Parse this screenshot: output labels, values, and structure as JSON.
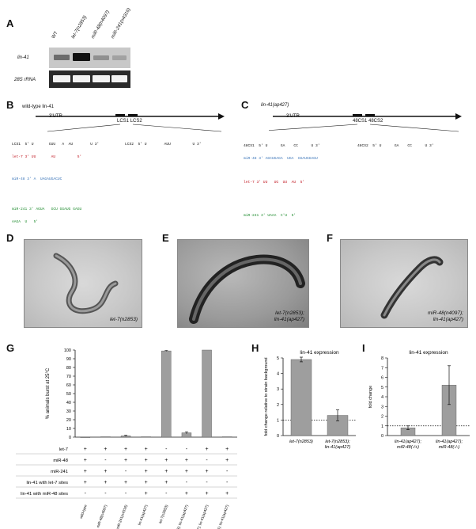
{
  "panels": {
    "A": {
      "label": "A",
      "lanes": [
        "WT",
        "let-7(n2853)",
        "miR-48(n4097)",
        "miR-241(n4316)"
      ],
      "rows": [
        "lin-41",
        "28S rRNA"
      ]
    },
    "B": {
      "label": "B",
      "gene": "wild-type lin-41",
      "utr": "3'UTR",
      "sites": "LCS1 LCS2",
      "lines": [
        "LCS1  5' U       GUU   A  AU        U 3'",
        "LCS2  5' U        AUU          U 3'",
        "let-7 3' UU       AU          5'",
        "miR-48 3' A  UAGAUGACUC",
        "miR-241 3' AGUA   GCU GGAUG GAGU",
        "AAGA  U   5'"
      ]
    },
    "C": {
      "label": "C",
      "gene": "lin-41(ap427)",
      "utr": "3'UTR",
      "sites": "48CS1 48CS2",
      "lines": [
        "48CS1  5' U      GA    CC      U 3'",
        "48CS2  5' U      GA    CC      U 3'",
        "miR-48 3' AGCUGAGA  UGA  GGAUGGAGU",
        "let-7 3' UU   UG  UU  AU  5'",
        "miR-241 3' UAAA  C'U  5'"
      ]
    },
    "D": {
      "label": "D",
      "caption": "let-7(n2853)"
    },
    "E": {
      "label": "E",
      "caption1": "let-7(n2853);",
      "caption2": "lin-41(ap427)"
    },
    "F": {
      "label": "F",
      "caption1": "miR-48(n4097);",
      "caption2": "lin-41(ap427)"
    },
    "G": {
      "label": "G"
    },
    "H": {
      "label": "H"
    },
    "I": {
      "label": "I"
    }
  },
  "chart_data": [
    {
      "type": "bar",
      "panel": "G",
      "ylabel": "% animals burst at 25°C",
      "ylim": [
        0,
        100
      ],
      "yticks": [
        "0",
        "10",
        "20",
        "30",
        "40",
        "50",
        "60",
        "70",
        "80",
        "90",
        "100"
      ],
      "categories": [
        "wild-type",
        "miR-48(n4097)",
        "miR-241(n4316)",
        "lin-41(ap427)",
        "let-7(n2853)",
        "let-7(n2853); lin-41(ap427)",
        "miR-48(n4097); lin-41(ap427)",
        "miR-241(n4316); lin-41(ap427)"
      ],
      "values": [
        0,
        0.5,
        1.5,
        0.5,
        99,
        5,
        100,
        0.5
      ],
      "errors": [
        0,
        0,
        0.8,
        0,
        0.5,
        1.2,
        0,
        0
      ],
      "genotype_rows": [
        {
          "label": "let-7",
          "signs": [
            "+",
            "+",
            "+",
            "+",
            "-",
            "-",
            "+",
            "+"
          ]
        },
        {
          "label": "miR-48",
          "signs": [
            "+",
            "-",
            "+",
            "+",
            "+",
            "+",
            "-",
            "+"
          ]
        },
        {
          "label": "miR-241",
          "signs": [
            "+",
            "+",
            "-",
            "+",
            "+",
            "+",
            "+",
            "-"
          ]
        },
        {
          "label": "lin-41 with let-7 sites",
          "signs": [
            "+",
            "+",
            "+",
            "+",
            "+",
            "-",
            "-",
            "-"
          ]
        },
        {
          "label": "lin-41 with miR-48 sites",
          "signs": [
            "-",
            "-",
            "-",
            "+",
            "-",
            "+",
            "+",
            "+"
          ]
        }
      ]
    },
    {
      "type": "bar",
      "panel": "H",
      "title": "lin-41 expression",
      "ylabel": "fold change relative to strain background",
      "ylim": [
        0,
        5
      ],
      "yticks": [
        "0",
        "1",
        "2",
        "3",
        "4",
        "5"
      ],
      "categories": [
        "let-7(n2853)",
        "let-7(n2853); lin-41(ap427)"
      ],
      "values": [
        4.9,
        1.3
      ],
      "errors": [
        0.15,
        0.35
      ],
      "reference_line": 1
    },
    {
      "type": "bar",
      "panel": "I",
      "title": "lin-41 expression",
      "ylabel": "fold change",
      "ylim": [
        0,
        8
      ],
      "yticks": [
        "0",
        "1",
        "2",
        "3",
        "4",
        "5",
        "6",
        "7",
        "8"
      ],
      "categories": [
        "lin-41(ap427); miR-48(-/+)",
        "lin-41(ap427); miR-48(-/-)"
      ],
      "values": [
        0.8,
        5.2
      ],
      "errors": [
        0.2,
        2.0
      ],
      "reference_line": 1
    }
  ]
}
